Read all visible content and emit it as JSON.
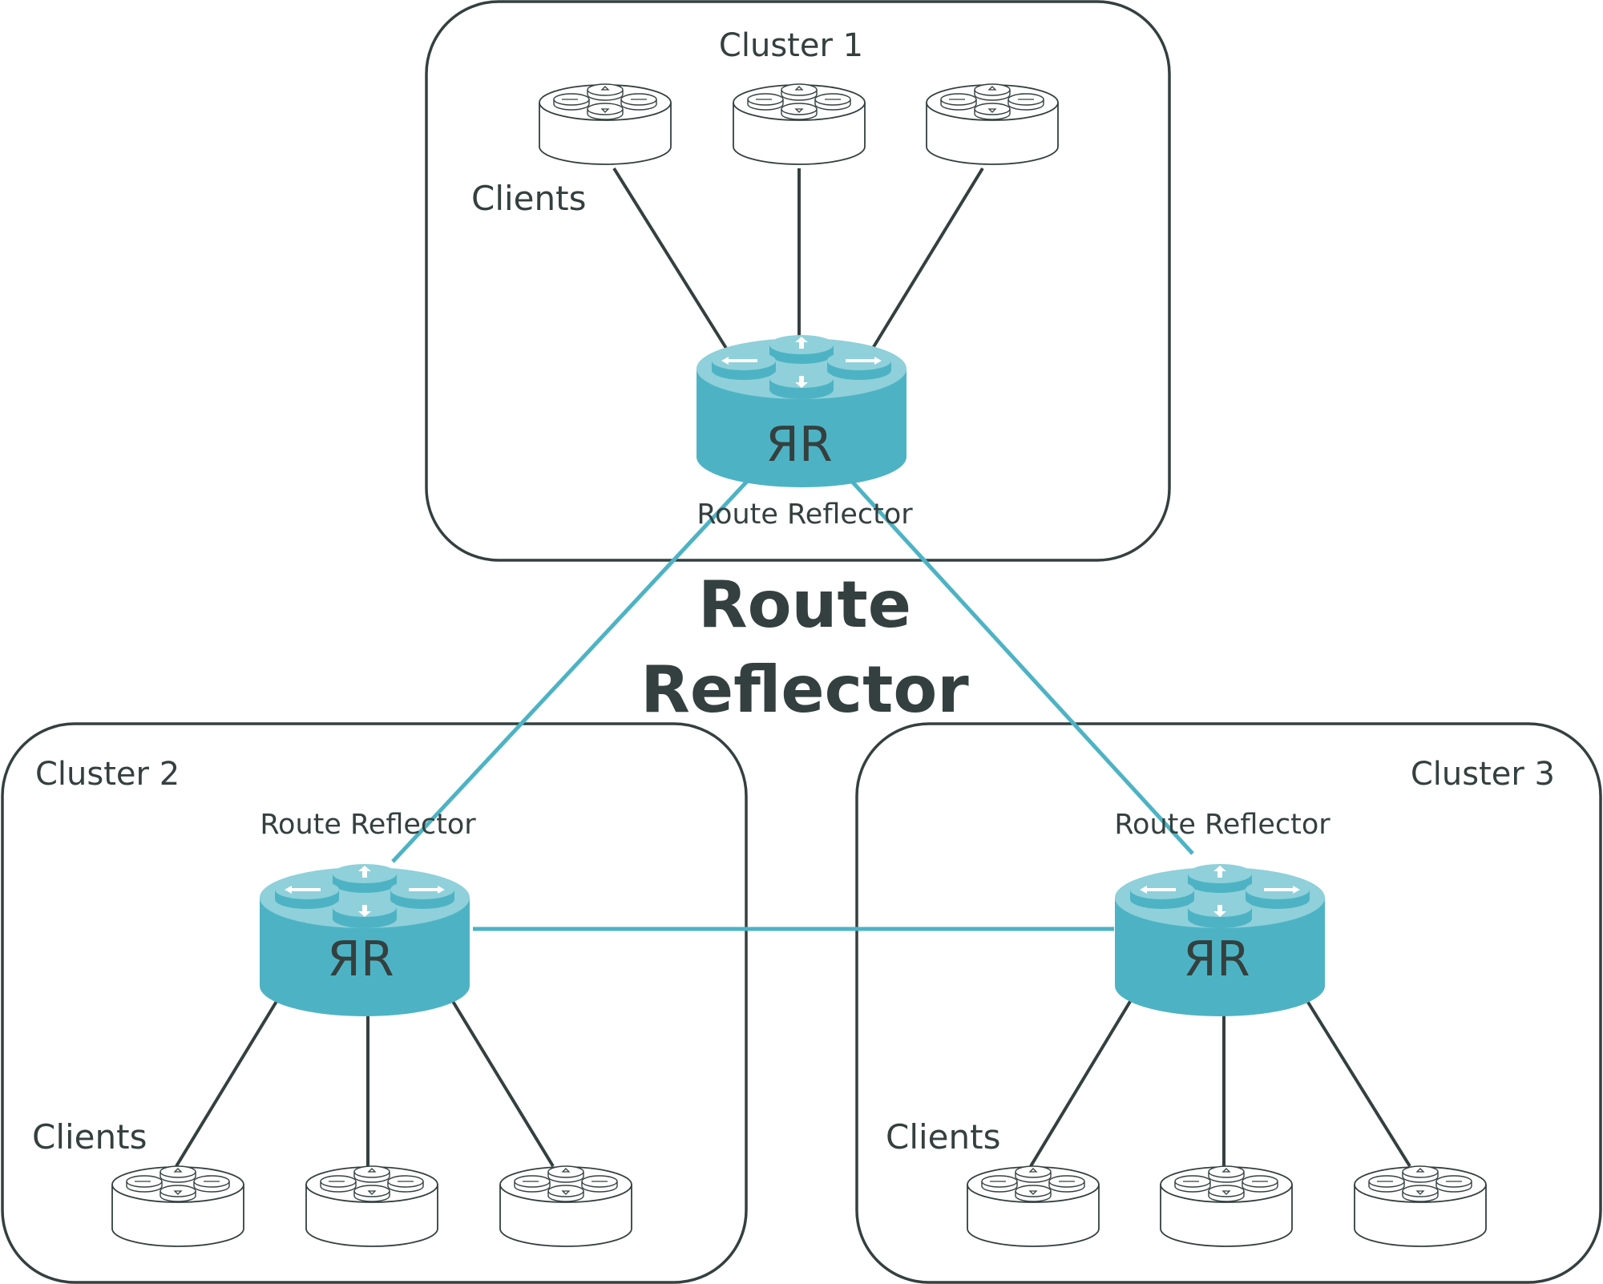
{
  "title": {
    "line1": "Route",
    "line2": "Reflector"
  },
  "clusters": [
    {
      "id": "c1",
      "label": "Cluster 1",
      "rr_label": "Route Reflector",
      "rr_text": "ЯR",
      "clients_label": "Clients"
    },
    {
      "id": "c2",
      "label": "Cluster 2",
      "rr_label": "Route Reflector",
      "rr_text": "ЯR",
      "clients_label": "Clients"
    },
    {
      "id": "c3",
      "label": "Cluster 3",
      "rr_label": "Route Reflector",
      "rr_text": "ЯR",
      "clients_label": "Clients"
    }
  ],
  "colors": {
    "rr_body": "#4db3c4",
    "rr_top": "#8fd0da",
    "rr_link": "#4db3c4",
    "client_link": "#34403f",
    "text": "#34403f"
  },
  "icons": {
    "route_reflector": "route-reflector-router-icon",
    "client": "client-router-icon"
  }
}
